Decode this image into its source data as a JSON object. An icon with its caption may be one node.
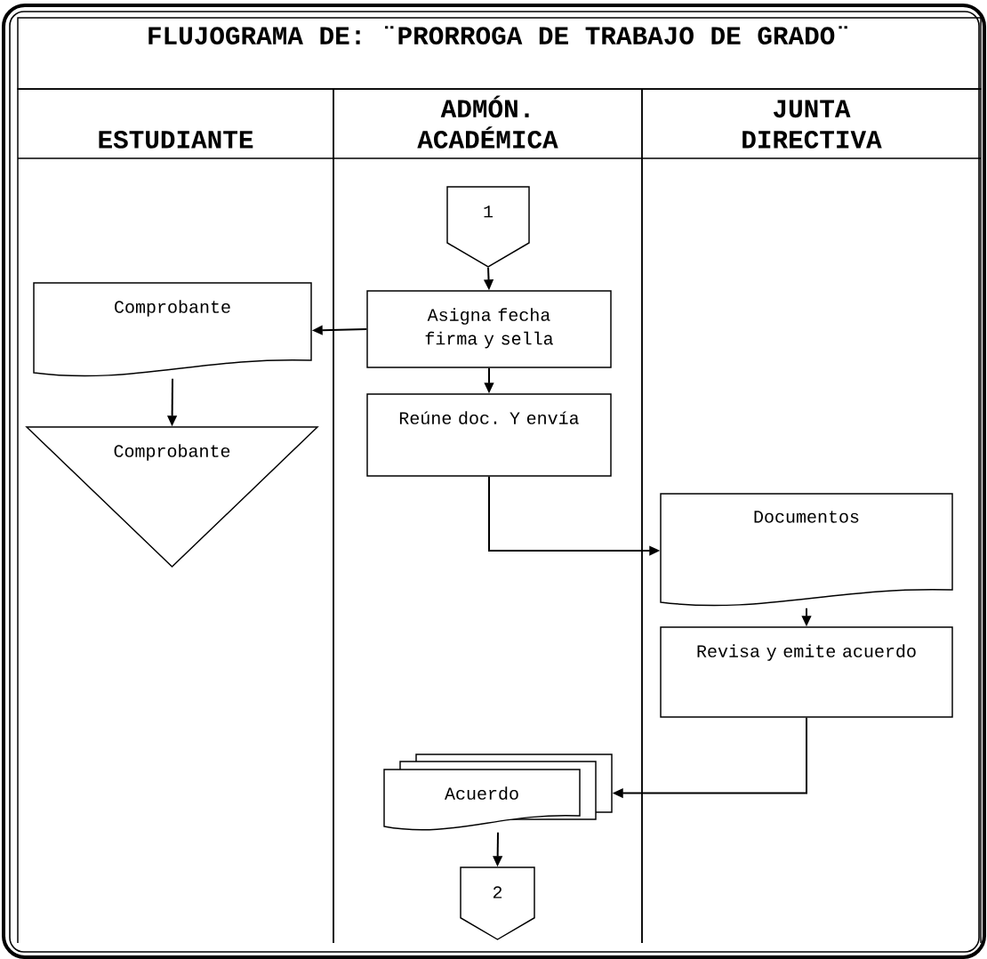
{
  "diagram": {
    "title": "FLUJOGRAMA DE: ¨PRORROGA DE TRABAJO DE GRADO¨",
    "nodes": [
      {
        "text": [
          "ESTUDIANTE"
        ]
      },
      {
        "text": [
          "ADMÓN. ACADÉMICA"
        ]
      },
      {
        "text": [
          "JUNTA DIRECTIVA"
        ]
      },
      {
        "text": [
          "1"
        ],
        "in": 1
      },
      {
        "text": [
          "Asigna fecha firma y sella"
        ],
        "in": 1
      },
      {
        "text": [
          "Comprobante"
        ],
        "in": 0
      },
      {
        "text": [
          "Comprobante"
        ],
        "in": 0
      },
      {
        "text": [
          "Reúne doc. Y envía"
        ],
        "in": 1
      },
      {
        "text": [
          "Documentos"
        ],
        "in": 2
      },
      {
        "text": [
          "Revisa y emite acuerdo"
        ],
        "in": 2
      },
      {
        "text": [
          "Acuerdo"
        ],
        "in": 1
      },
      {
        "text": [
          "2"
        ],
        "in": 1
      }
    ],
    "edges": [
      {
        "from": 3,
        "to": 4,
        "arrow": "to"
      },
      {
        "from": 4,
        "to": 5,
        "arrow": "to"
      },
      {
        "from": 5,
        "to": 6,
        "arrow": "to"
      },
      {
        "from": 4,
        "to": 7,
        "arrow": "to"
      },
      {
        "from": 7,
        "to": 8,
        "arrow": "to"
      },
      {
        "from": 8,
        "to": 9,
        "arrow": "to"
      },
      {
        "from": 9,
        "to": 10,
        "arrow": "to"
      },
      {
        "from": 10,
        "to": 11,
        "arrow": "to"
      }
    ]
  }
}
